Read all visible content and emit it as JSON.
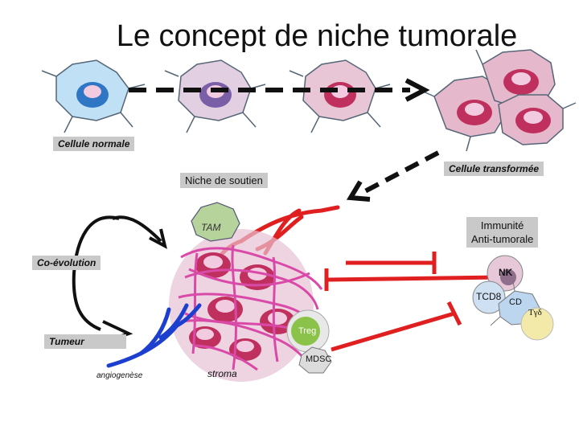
{
  "title": "Le concept de niche tumorale",
  "labels": {
    "normal_cell": "Cellule normale",
    "transformed_cell": "Cellule transformée",
    "support_niche": "Niche de soutien",
    "antitumor_immunity": "Immunité\nAnti-tumorale",
    "coevolution": "Co-évolution",
    "tumor": "Tumeur",
    "angiogenesis": "angiogenèse",
    "stroma": "stroma",
    "tam": "TAM",
    "nk": "NK",
    "tcd8": "TCD8",
    "cd": "CD",
    "tgd": "Tγδ",
    "treg": "Treg",
    "mdsc": "MDSC"
  },
  "colors": {
    "normal_cell": "#4a8fd0",
    "transformed_cell": "#c0305e",
    "vessel_red": "#e02020",
    "vessel_blue": "#1d3fd0",
    "stroma": "#d94aa8",
    "tam": "#b5d39a",
    "treg": "#8bc34a",
    "label_box": "#c9c9c9"
  }
}
